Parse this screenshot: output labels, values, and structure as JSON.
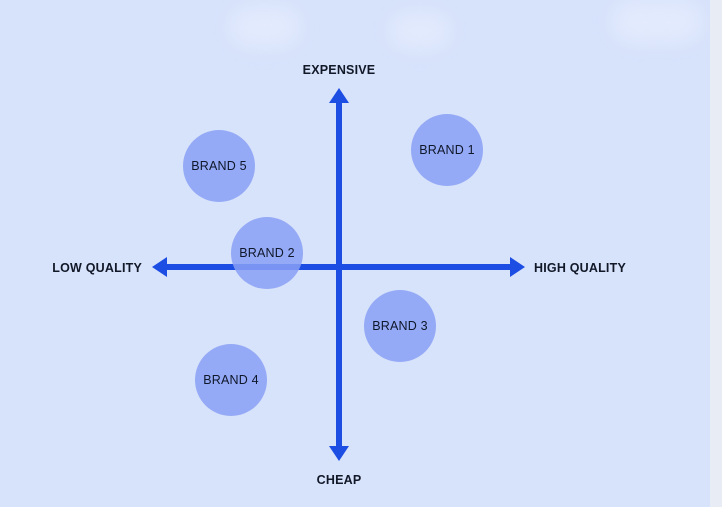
{
  "axes": {
    "top": "EXPENSIVE",
    "bottom": "CHEAP",
    "left": "LOW QUALITY",
    "right": "HIGH QUALITY"
  },
  "brands": [
    {
      "id": "brand-1",
      "label": "BRAND 1"
    },
    {
      "id": "brand-5",
      "label": "BRAND 5"
    },
    {
      "id": "brand-2",
      "label": "BRAND 2"
    },
    {
      "id": "brand-3",
      "label": "BRAND 3"
    },
    {
      "id": "brand-4",
      "label": "BRAND 4"
    }
  ],
  "colors": {
    "background": "#d7e2fb",
    "axis": "#1d4ee3",
    "bubble": "#89a0f5",
    "text": "#111827"
  }
}
